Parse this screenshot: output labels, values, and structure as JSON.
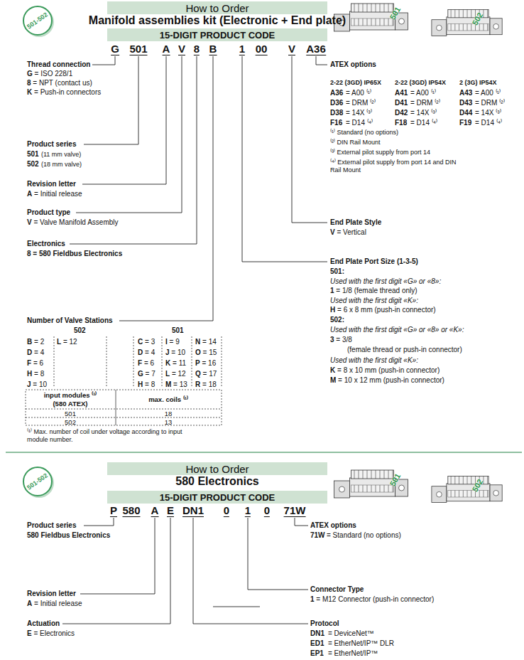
{
  "diagram": {
    "nodes": [
      {
        "text": [
          "501-502"
        ]
      },
      {
        "text": [
          "How to Order"
        ]
      },
      {
        "text": [
          "15-DIGIT PRODUCT CODE"
        ]
      },
      {
        "text": [
          "501-502"
        ]
      },
      {
        "text": [
          "How to Order"
        ]
      },
      {
        "text": [
          "15-DIGIT PRODUCT CODE"
        ]
      }
    ],
    "labels": [
      "Manifold assemblies kit (Electronic + End plate)",
      "G",
      "501",
      "A",
      "V",
      "8",
      "B",
      "1",
      "00",
      "V",
      "A36",
      "Thread connection",
      "G = ISO 228/1",
      "8 = NPT (contact us)",
      "K = Push-in connectors",
      "Product series",
      "501",
      "(11 mm valve)",
      "502",
      "(18 mm valve)",
      "Revision letter",
      "A = Initial release",
      "Product type",
      "V = Valve Manifold Assembly",
      "Electronics",
      "8 = 580 Fieldbus Electronics",
      "Number of Valve Stations",
      "502",
      "501",
      "B = 2",
      "D = 4",
      "F = 6",
      "H = 8",
      "J = 10",
      "L = 12",
      "C = 3",
      "D = 4",
      "F = 6",
      "G = 7",
      "H = 8",
      "I = 9",
      "J = 10",
      "K = 11",
      "L = 12",
      "M = 13",
      "N = 14",
      "O = 15",
      "P = 16",
      "Q = 17",
      "R = 18",
      "input modules ⁽¹⁾ (580 ATEX)",
      "max. coils ⁽¹⁾",
      "501",
      "18",
      "502",
      "13",
      "⁽¹⁾ Max. number of coil under voltage according to input module number.",
      "ATEX options",
      "2-22 (3GD) IP65X",
      "2-22 (3GD) IP54X",
      "2 (3G) IP54X",
      "A36",
      "= A00 ⁽¹⁾",
      "A41",
      "= A00 ⁽¹⁾",
      "A43",
      "= A00 ⁽¹⁾",
      "D36",
      "= DRM ⁽²⁾",
      "D41",
      "= DRM ⁽²⁾",
      "D43",
      "= DRM ⁽²⁾",
      "D38",
      "= 14X ⁽³⁾",
      "D42",
      "= 14X ⁽³⁾",
      "D44",
      "= 14X ⁽³⁾",
      "F16",
      "= D14 ⁽⁴⁾",
      "F18",
      "= D14 ⁽⁴⁾",
      "F19",
      "= D14 ⁽⁴⁾",
      "⁽¹⁾ Standard (no options)",
      "⁽²⁾ DIN Rail Mount",
      "⁽³⁾ External pilot supply from port 14",
      "⁽⁴⁾ External pilot supply from port 14 and DIN Rail Mount",
      "End Plate Style",
      "V = Vertical",
      "End Plate Port Size (1-3-5)",
      "501:",
      "Used with the first digit «G» or «8»:",
      "1 = 1/8 (female thread only)",
      "Used with the first digit «K»:",
      "H = 6 x 8 mm (push-in connector)",
      "502:",
      "Used with the first digit «G» or «8» or «K»:",
      "3 = 3/8",
      "(female thread or push-in connector)",
      "Used with the first digit «K»:",
      "K = 8 x 10 mm (push-in connector)",
      "M = 10 x 12 mm (push-in connector)",
      "501",
      "502",
      "580 Electronics",
      "P",
      "580",
      "A",
      "E",
      "DN1",
      "0",
      "1",
      "0",
      "71W",
      "Product series",
      "580 Fieldbus Electronics",
      "Revision letter",
      "A = Initial release",
      "Actuation",
      "E = Electronics",
      "ATEX options",
      "71W",
      "= Standard (no options)",
      "Connector Type",
      "1 = M12 Connector (push-in connector)",
      "Protocol",
      "DN1",
      "= DeviceNet™",
      "ED1",
      "= EtherNet/IP™ DLR",
      "EP1",
      "= EtherNet/IP™",
      "501",
      "502"
    ]
  }
}
